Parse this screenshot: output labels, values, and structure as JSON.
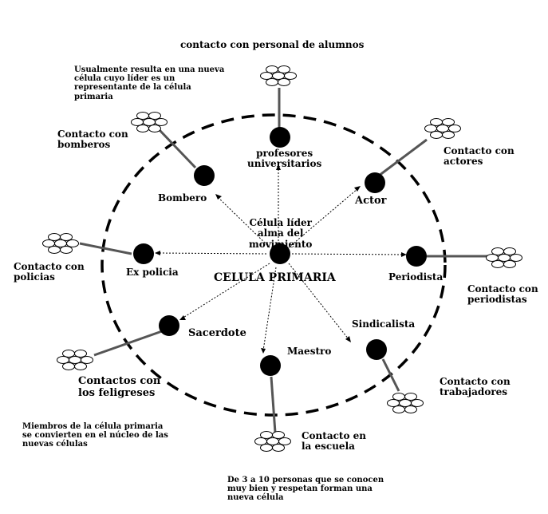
{
  "top_label": "contacto con personal de alumnos",
  "note_top": "Usualmente resulta en una nueva\ncélula cuyo líder es un\nrepresentante de la célula\nprimaria",
  "note_bottom_left": "Miembros de la célula primaria\nse convierten en el núcleo de las\nnuevas células",
  "note_bottom": "De 3 a 10 personas que se conocen\nmuy bien y respetan forman una\nnueva célula",
  "center": {
    "leader": "Célula líder\nalma del\nmovimiento",
    "primary_cell": "CELULA PRIMARIA"
  },
  "members": {
    "profesores": "profesores\nuniversitarios",
    "bombero": "Bombero",
    "actor": "Actor",
    "ex_policia": "Ex policia",
    "periodista": "Periodista",
    "sacerdote": "Sacerdote",
    "sindicalista": "Sindicalista",
    "maestro": "Maestro"
  },
  "contacts": {
    "bomberos": "Contacto con\nbomberos",
    "actores": "Contacto con\nactores",
    "policias": "Contacto con\npolicias",
    "periodistas": "Contacto con\nperiodistas",
    "feligreses": "Contactos con\nlos feligreses",
    "trabajadores": "Contacto con\ntrabajadores",
    "escuela": "Contacto en\nla escuela"
  },
  "colors": {
    "ink": "#000000",
    "background": "#ffffff"
  }
}
